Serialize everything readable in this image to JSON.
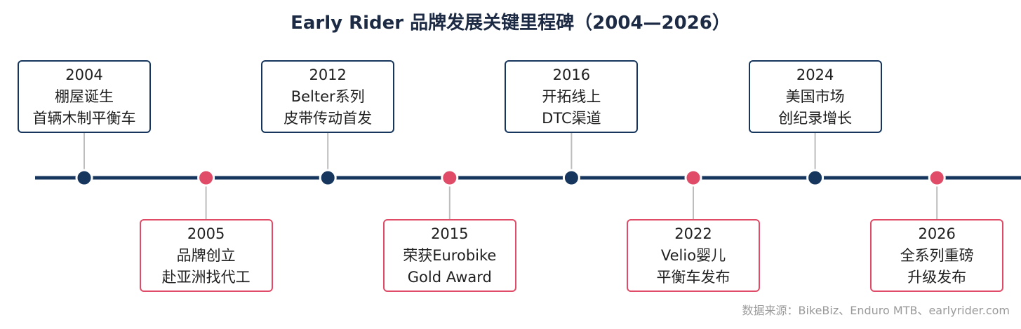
{
  "title": "Early Rider 品牌发展关键里程碑（2004—2026）",
  "colors": {
    "axis": "#17365d",
    "top_marker": "#17365d",
    "bottom_marker": "#e04b67",
    "connector": "#bdbdbd"
  },
  "milestones": [
    {
      "year": "2004",
      "line1": "棚屋诞生",
      "line2": "首辆木制平衡车",
      "side": "top"
    },
    {
      "year": "2005",
      "line1": "品牌创立",
      "line2": "赴亚洲找代工",
      "side": "bottom"
    },
    {
      "year": "2012",
      "line1": "Belter系列",
      "line2": "皮带传动首发",
      "side": "top"
    },
    {
      "year": "2015",
      "line1": "荣获Eurobike",
      "line2": "Gold Award",
      "side": "bottom"
    },
    {
      "year": "2016",
      "line1": "开拓线上",
      "line2": "DTC渠道",
      "side": "top"
    },
    {
      "year": "2022",
      "line1": "Velio婴儿",
      "line2": "平衡车发布",
      "side": "bottom"
    },
    {
      "year": "2024",
      "line1": "美国市场",
      "line2": "创纪录增长",
      "side": "top"
    },
    {
      "year": "2026",
      "line1": "全系列重磅",
      "line2": "升级发布",
      "side": "bottom"
    }
  ],
  "source": "数据来源：BikeBiz、Enduro MTB、earlyrider.com"
}
